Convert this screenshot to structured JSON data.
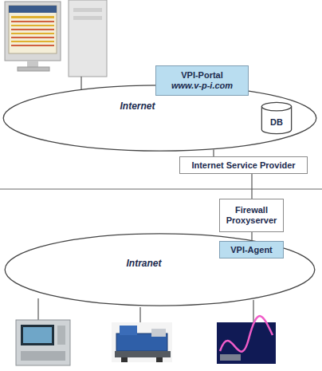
{
  "diagram": {
    "nodes": [
      {
        "text": [
          "VPI-Portal",
          "www.v-p-i.com"
        ]
      },
      {
        "text": [
          "Internet"
        ]
      },
      {
        "text": [
          "DB"
        ]
      },
      {
        "text": [
          "Internet Service Provider"
        ]
      },
      {
        "text": [
          "Firewall Proxyserver"
        ]
      },
      {
        "text": [
          "VPI-Agent"
        ]
      },
      {
        "text": [
          "Intranet"
        ]
      }
    ],
    "edges": [
      {
        "from": 1,
        "to": 3,
        "arrow": "none"
      },
      {
        "from": 3,
        "to": 4,
        "arrow": "none"
      },
      {
        "from": 4,
        "to": 5,
        "arrow": "none"
      }
    ]
  }
}
